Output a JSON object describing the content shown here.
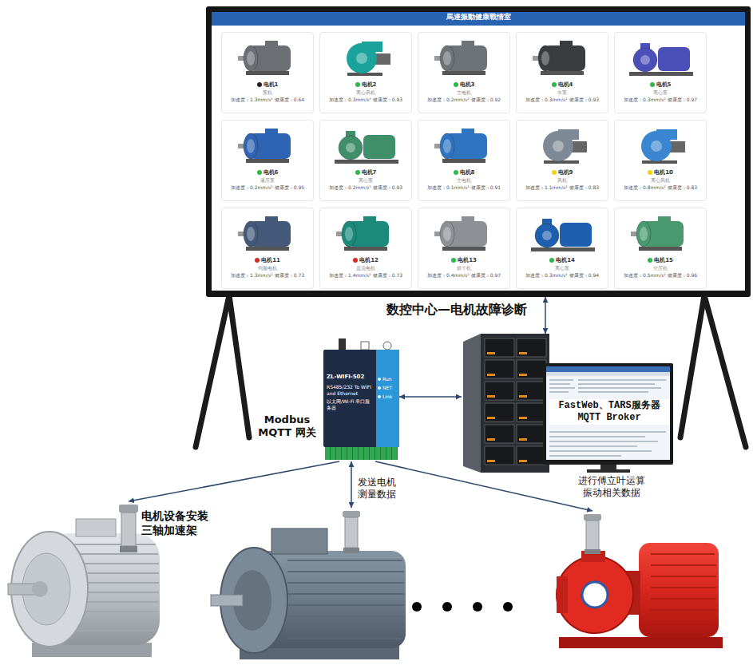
{
  "diagram": {
    "nodes": [
      {
        "text": [
          "馬達振動健康戰情室"
        ]
      },
      {
        "text": [
          "电机1",
          "泵机",
          "加速度：1.3mm/s² 健康度：0.64"
        ],
        "in": 0
      },
      {
        "text": [
          "电机2",
          "离心风机",
          "加速度：0.3mm/s² 健康度：0.93"
        ],
        "in": 0
      },
      {
        "text": [
          "电机3",
          "主电机",
          "加速度：0.2mm/s² 健康度：0.92"
        ],
        "in": 0
      },
      {
        "text": [
          "电机4",
          "水泵",
          "加速度：0.3mm/s² 健康度：0.93"
        ],
        "in": 0
      },
      {
        "text": [
          "电机5",
          "离心泵",
          "加速度：0.3mm/s² 健康度：0.97"
        ],
        "in": 0
      },
      {
        "text": [
          "电机6",
          "液压泵",
          "加速度：0.2mm/s² 健康度：0.95"
        ],
        "in": 0
      },
      {
        "text": [
          "电机7",
          "离心泵",
          "加速度：0.2mm/s² 健康度：0.93"
        ],
        "in": 0
      },
      {
        "text": [
          "电机8",
          "主电机",
          "加速度：0.1mm/s² 健康度：0.91"
        ],
        "in": 0
      },
      {
        "text": [
          "电机9",
          "风机",
          "加速度：1.1mm/s² 健康度：0.83"
        ],
        "in": 0
      },
      {
        "text": [
          "电机10",
          "离心风机",
          "加速度：0.8mm/s² 健康度：0.83"
        ],
        "in": 0
      },
      {
        "text": [
          "电机11",
          "伺服电机",
          "加速度：1.3mm/s² 健康度：0.73"
        ],
        "in": 0
      },
      {
        "text": [
          "电机12",
          "直流电机",
          "加速度：1.4mm/s² 健康度：0.73"
        ],
        "in": 0
      },
      {
        "text": [
          "电机13",
          "烘干机",
          "加速度：0.4mm/s² 健康度：0.97"
        ],
        "in": 0
      },
      {
        "text": [
          "电机14",
          "离心泵",
          "加速度：0.3mm/s² 健康度：0.94"
        ],
        "in": 0
      },
      {
        "text": [
          "电机15",
          "空压机",
          "加速度：0.5mm/s² 健康度：0.96"
        ],
        "in": 0
      },
      {
        "text": [
          "Modbus MQTT 网关",
          "ZL-WIFI-502",
          "RS485/232 To WIFI and Ethernet",
          "以太网/Wi-Fi 串口服务器",
          "Run",
          "NET",
          "Link"
        ]
      },
      {
        "text": [
          "FastWeb、TARS服务器 MQTT Broker",
          "进行傅立叶运算 振动相关数据"
        ]
      },
      {
        "text": [
          "电机设备安装 三轴加速架"
        ]
      },
      {
        "text": []
      },
      {
        "text": []
      }
    ],
    "edges": [
      {
        "from": 16,
        "to": 17,
        "arrow": "both"
      },
      {
        "from": 0,
        "to": 17,
        "arrow": "both"
      },
      {
        "from": 16,
        "to": 18,
        "arrow": "to"
      },
      {
        "from": 16,
        "to": 19,
        "label": "发送电机 测量数据",
        "arrow": "both"
      },
      {
        "from": 16,
        "to": 20,
        "arrow": "to"
      }
    ],
    "labels": [
      "数控中心—电机故障诊断"
    ]
  }
}
